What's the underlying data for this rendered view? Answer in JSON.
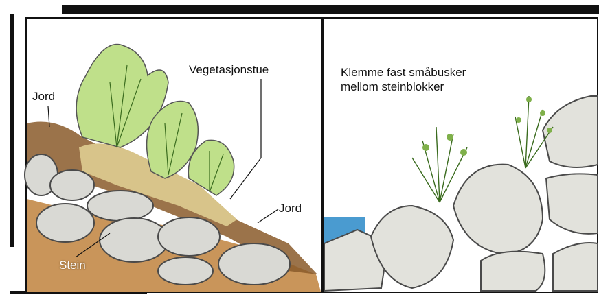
{
  "left_panel": {
    "labels": {
      "jord_top": "Jord",
      "vegetasjonstue": "Vegetasjonstue",
      "jord_right": "Jord",
      "stein": "Stein"
    }
  },
  "right_panel": {
    "caption_line1": "Klemme fast småbusker",
    "caption_line2": "mellom steinblokker"
  },
  "colors": {
    "soil": "#c9955a",
    "soil_dark": "#7a4e22",
    "stone": "#d9d9d4",
    "stone_edge": "#4a4a4a",
    "foliage": "#bfe08a",
    "water": "#4a9bd0",
    "frame": "#111111"
  }
}
